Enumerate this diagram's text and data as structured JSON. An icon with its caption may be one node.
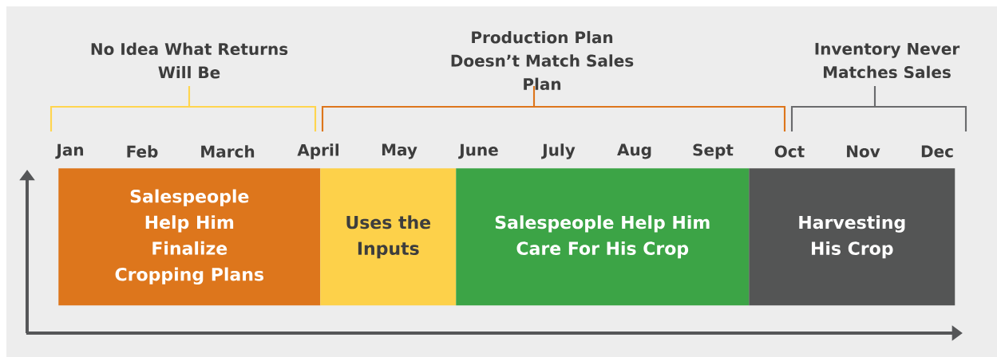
{
  "diagram": {
    "nodes": [
      {
        "text": [
          "Salespeople Help Him Finalize Cropping Plans"
        ]
      },
      {
        "text": [
          "Uses the Inputs"
        ]
      },
      {
        "text": [
          "Salespeople Help Him Care For His Crop"
        ]
      },
      {
        "text": [
          "Harvesting His Crop"
        ]
      }
    ],
    "labels": [
      "No Idea What Returns Will Be",
      "Production Plan Doesn’t Match Sales Plan",
      "Inventory Never Matches Sales",
      "Jan",
      "Feb",
      "March",
      "April",
      "May",
      "June",
      "July",
      "Aug",
      "Sept",
      "Oct",
      "Nov",
      "Dec"
    ]
  }
}
